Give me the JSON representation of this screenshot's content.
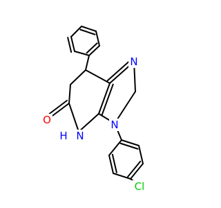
{
  "molecule": {
    "atoms": {
      "n_imine": {
        "text": "N",
        "color": "#0000ff"
      },
      "o_carbonyl": {
        "text": "O",
        "color": "#ff0000"
      },
      "n_amide": {
        "text": "N",
        "color": "#0000ff"
      },
      "h_amide": {
        "text": "H",
        "color": "#0000ff"
      },
      "n_aryl": {
        "text": "N",
        "color": "#0000ff"
      },
      "cl": {
        "text": "Cl",
        "color": "#00cc00"
      }
    }
  }
}
